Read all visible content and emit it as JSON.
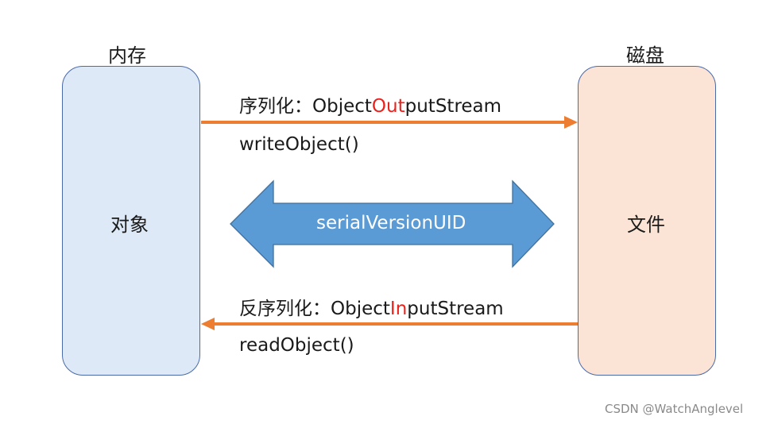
{
  "left": {
    "title": "内存",
    "content": "对象"
  },
  "right": {
    "title": "磁盘",
    "content": "文件"
  },
  "serialize": {
    "label_prefix": "序列化：Object",
    "label_highlight": "Out",
    "label_suffix": "putStream",
    "method": "writeObject()"
  },
  "deserialize": {
    "label_prefix": "反序列化：Object",
    "label_highlight": "In",
    "label_suffix": "putStream",
    "method": "readObject()"
  },
  "center_arrow": {
    "label": "serialVersionUID"
  },
  "watermark": "CSDN @WatchAnglevel",
  "colors": {
    "memory_fill": "#dde9f7",
    "disk_fill": "#fbe4d6",
    "flow_arrow": "#ed7d31",
    "double_arrow": "#5b9bd5",
    "highlight_text": "#e8231e"
  }
}
